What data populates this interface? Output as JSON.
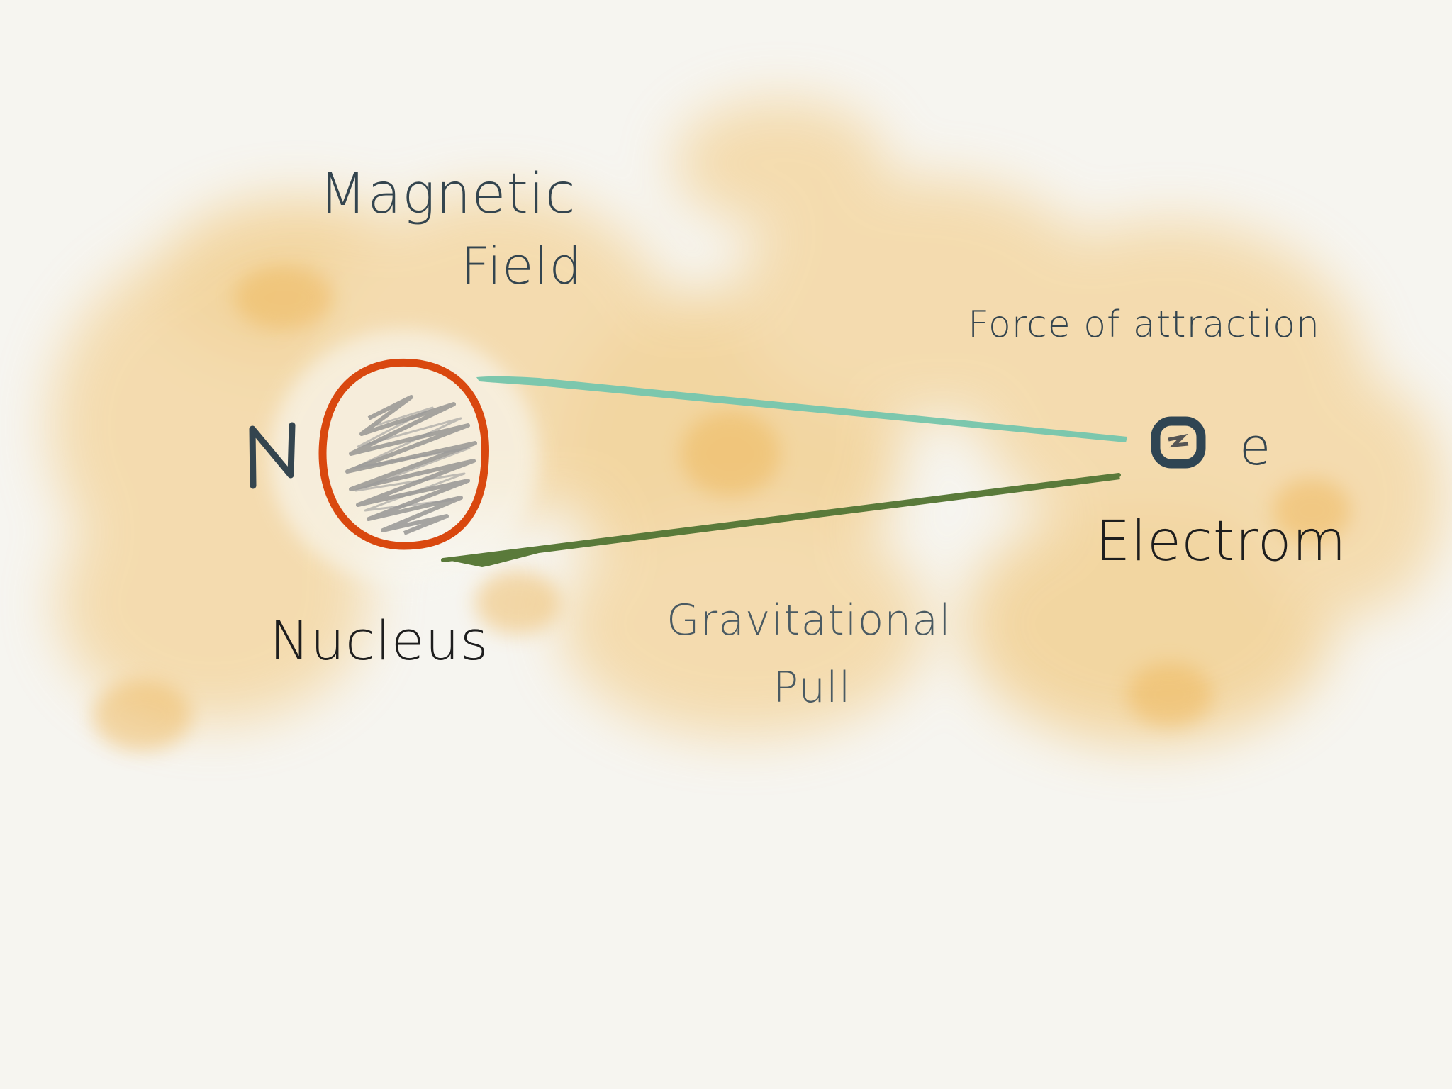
{
  "colors": {
    "background": "#f6f5f0",
    "wash": "#f3c77a",
    "nucleus_outline": "#d9480f",
    "nucleus_scribble": "#8a8a8a",
    "force_line": "#7cc7ad",
    "gravity_line": "#5a7a3a",
    "electron": "#2f4553",
    "ink": "#34454f"
  },
  "labels": {
    "magnetic_line1": "Magnetic",
    "magnetic_line2": "Field",
    "force": "Force of attraction",
    "nucleus_symbol": "N",
    "nucleus": "Nucleus",
    "gravitational_line1": "Gravitational",
    "gravitational_line2": "Pull",
    "electron_symbol": "e",
    "electron": "Electrom"
  }
}
